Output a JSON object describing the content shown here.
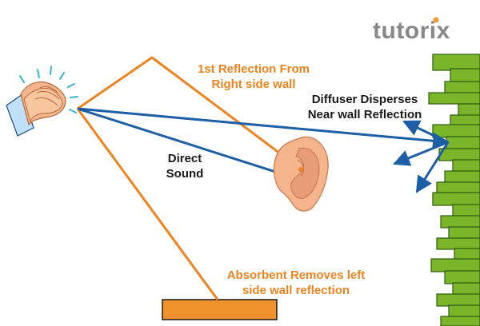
{
  "logo": {
    "text": "tutorix",
    "text_color": "#888888",
    "accent_color": "#f29b36"
  },
  "labels": {
    "first_reflection_line1": "1st Reflection From",
    "first_reflection_line2": "Right side wall",
    "diffuser_line1": "Diffuser Disperses",
    "diffuser_line2": "Near wall Reflection",
    "direct_line1": "Direct",
    "direct_line2": "Sound",
    "absorbent_line1": "Absorbent Removes left",
    "absorbent_line2": "side wall reflection"
  },
  "icons": {
    "sound_source": "clapping-hands-icon",
    "listener": "ear-icon"
  },
  "colors": {
    "reflection_path": "#ee8420",
    "direct_path": "#1d5fa6",
    "diffuser_fill": "#7ab52a",
    "diffuser_stroke": "#2e5a10",
    "absorbent_fill": "#f0922c",
    "absorbent_stroke": "#1a1a1a",
    "orange_text": "#ee8420",
    "dark_text": "#1a1a1a",
    "skin": "#f4b58d"
  }
}
